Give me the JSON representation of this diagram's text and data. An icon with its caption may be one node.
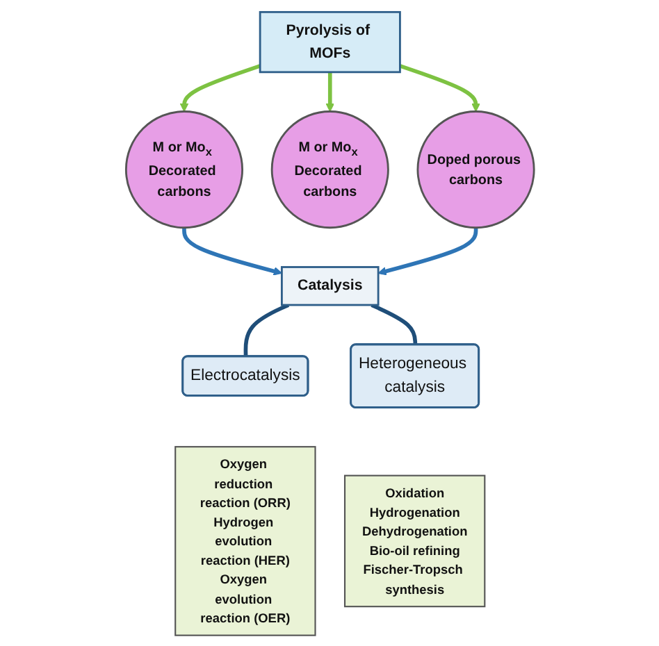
{
  "diagram": {
    "nodes": [
      {
        "text": [
          "Pyrolysis of MOFs"
        ]
      },
      {
        "text": [
          "M or Mo$_{x}$ Decorated carbons"
        ]
      },
      {
        "text": [
          "M or Mo$_{x}$ Decorated carbons"
        ]
      },
      {
        "text": [
          "Doped porous carbons"
        ]
      },
      {
        "text": [
          "Catalysis"
        ]
      },
      {
        "text": [
          "Electrocatalysis"
        ]
      },
      {
        "text": [
          "Oxygen reduction reaction (ORR)",
          "Hydrogen evolution reaction (HER)",
          "Oxygen evolution reaction (OER)"
        ]
      },
      {
        "text": [
          "Heterogeneous catalysis"
        ]
      },
      {
        "text": [
          "Oxidation",
          "Hydrogenation",
          "Dehydrogenation",
          "Bio-oil refining",
          "Fischer-Tropsch synthesis"
        ]
      }
    ],
    "edges": [
      {
        "from": 0,
        "to": 1,
        "arrow": "to",
        "color": "#7dc242"
      },
      {
        "from": 0,
        "to": 2,
        "arrow": "to",
        "color": "#7dc242"
      },
      {
        "from": 0,
        "to": 3,
        "arrow": "to",
        "color": "#7dc242"
      },
      {
        "from": 1,
        "to": 4,
        "arrow": "to",
        "color": "#2e75b6"
      },
      {
        "from": 3,
        "to": 4,
        "arrow": "to",
        "color": "#2e75b6"
      },
      {
        "from": 4,
        "to": 5,
        "arrow": "none",
        "color": "#1f4e79"
      },
      {
        "from": 4,
        "to": 7,
        "arrow": "none",
        "color": "#1f4e79"
      }
    ]
  }
}
